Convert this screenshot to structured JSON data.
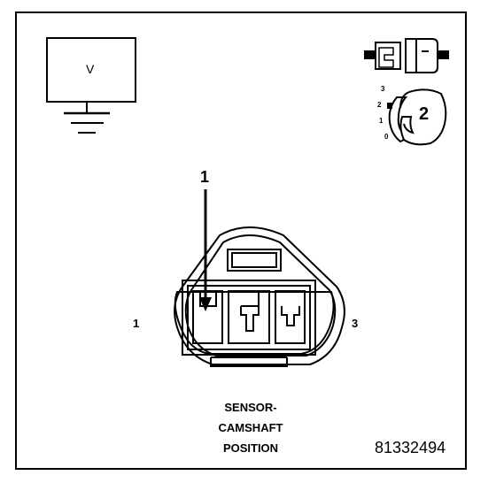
{
  "meter": {
    "label": "V"
  },
  "probe_icon": {
    "steps": [
      "3",
      "2",
      "1",
      "0"
    ],
    "step_label": "2"
  },
  "connector": {
    "pointer_label": "1",
    "pin_left": "1",
    "pin_right": "3",
    "caption_lines": [
      "SENSOR-",
      "CAMSHAFT",
      "POSITION"
    ]
  },
  "figure_id": "81332494",
  "colors": {
    "ink": "#000000",
    "paper": "#ffffff"
  }
}
